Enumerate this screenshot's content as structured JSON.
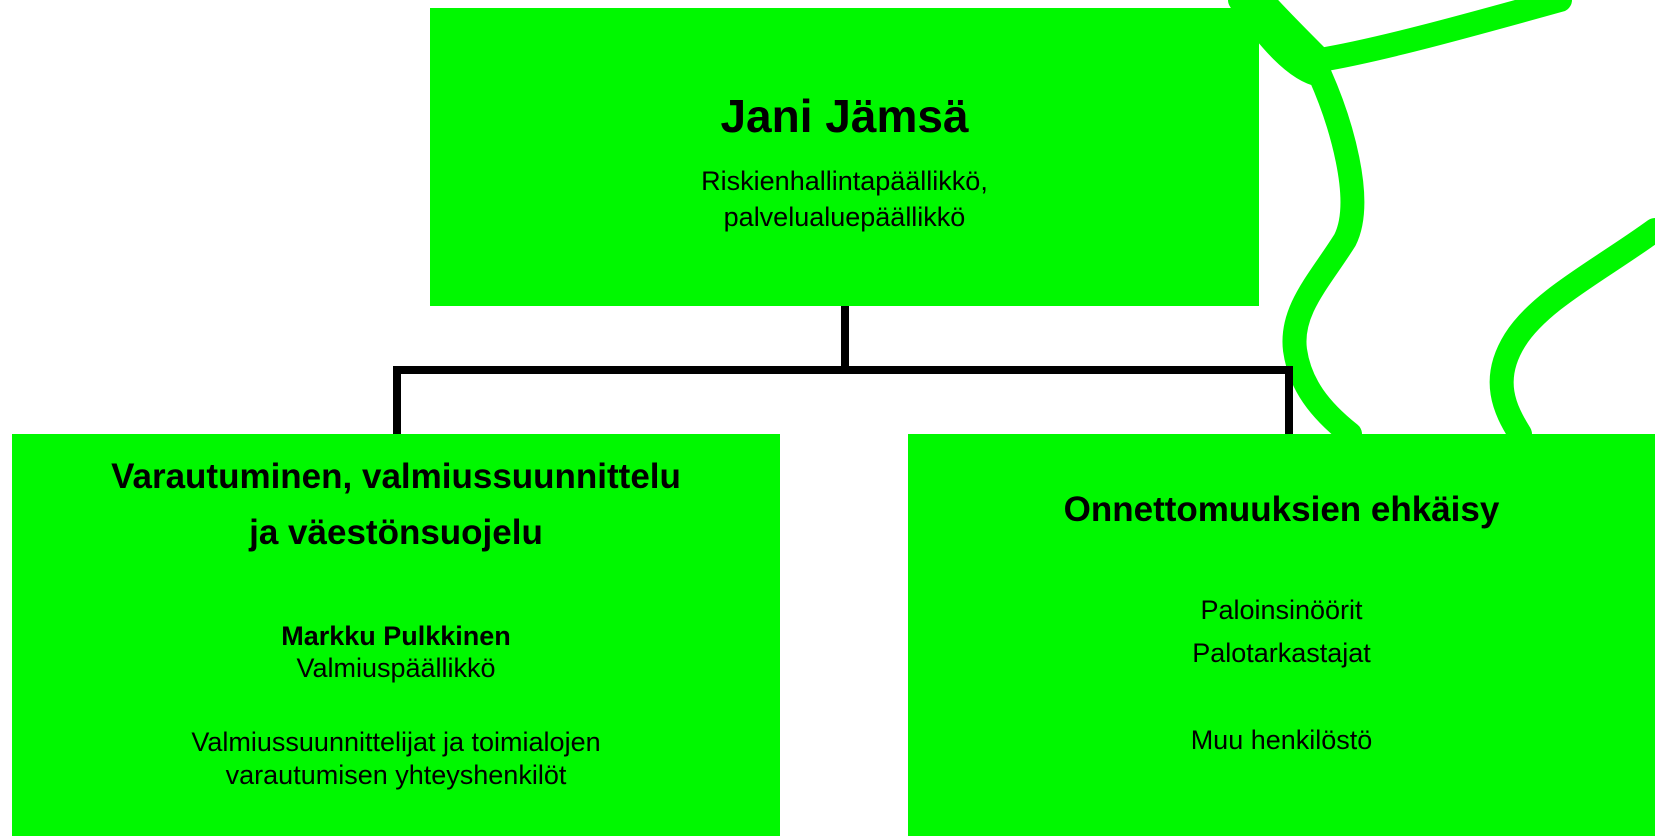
{
  "colors": {
    "box_fill": "#00f800",
    "connector": "#000000",
    "decoration": "#00f800"
  },
  "decoration": {
    "icon": "green-ribbon-swoosh"
  },
  "top": {
    "name": "Jani Jämsä",
    "role_line1": "Riskienhallintapäällikkö,",
    "role_line2": "palvelualuepäällikkö"
  },
  "left": {
    "heading_line1": "Varautuminen, valmiussuunnittelu",
    "heading_line2": "ja väestönsuojelu",
    "person_name": "Markku Pulkkinen",
    "person_title": "Valmiuspäällikkö",
    "staff_line1": "Valmiussuunnittelijat ja toimialojen",
    "staff_line2": "varautumisen yhteyshenkilöt"
  },
  "right": {
    "heading": "Onnettomuuksien ehkäisy",
    "item1": "Paloinsinöörit",
    "item2": "Palotarkastajat",
    "item3": "Muu henkilöstö"
  }
}
